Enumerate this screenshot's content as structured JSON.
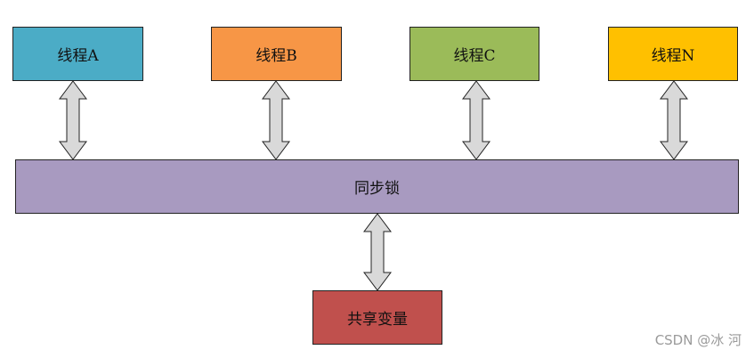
{
  "threads": [
    {
      "label": "线程A",
      "color": "#4BACC6"
    },
    {
      "label": "线程B",
      "color": "#F79646"
    },
    {
      "label": "线程C",
      "color": "#9BBB59"
    },
    {
      "label": "线程N",
      "color": "#FFC000"
    }
  ],
  "lock": {
    "label": "同步锁",
    "color": "#A89AC0"
  },
  "shared": {
    "label": "共享变量",
    "color": "#C0504D"
  },
  "arrow_color": "#D9D9D9",
  "watermark": "CSDN @冰 河"
}
